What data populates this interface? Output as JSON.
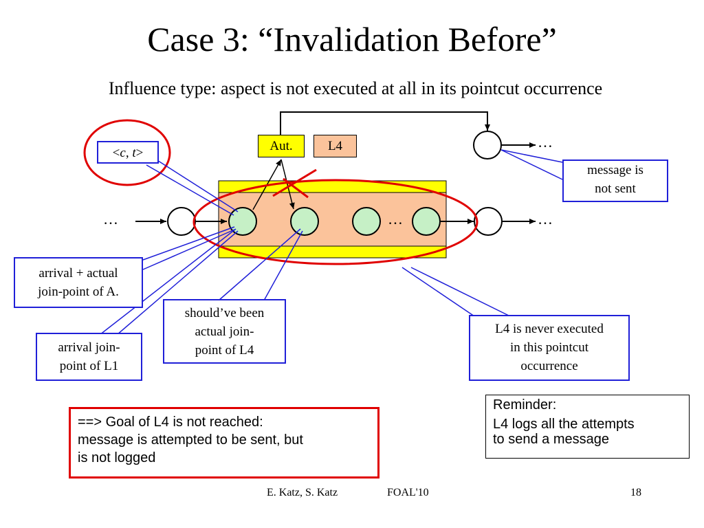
{
  "slide": {
    "title": "Case 3: “Invalidation Before”",
    "subtitle": "Influence type: aspect is not executed at all in its pointcut occurrence"
  },
  "diagram": {
    "ct_label_open": "<",
    "ct_label_c": "c",
    "ct_label_sep": ", ",
    "ct_label_t": "t",
    "ct_label_close": ">",
    "aut_label": "Aut.",
    "l4_label": "L4",
    "ellipsis": "…"
  },
  "callouts": {
    "message_not_sent": [
      "message is",
      "not sent"
    ],
    "arrival_actual": [
      "arrival + actual",
      "join-point of A."
    ],
    "arrival_l1": [
      "arrival join-",
      "point of L1"
    ],
    "shouldve": [
      "should’ve been",
      "actual join-",
      "point of L4"
    ],
    "l4_never": [
      "L4 is never executed",
      "in this pointcut",
      "occurrence"
    ]
  },
  "goal_box": {
    "lines": [
      "==> Goal of L4 is not reached:",
      "message is attempted to be sent, but",
      "is not logged"
    ]
  },
  "reminder": {
    "heading": "Reminder:",
    "body": [
      "L4 logs all the  attempts",
      "to send a message"
    ]
  },
  "footer": {
    "authors": "E. Katz, S. Katz",
    "venue": "FOAL'10",
    "page": "18"
  },
  "colors": {
    "callout_border": "#1f1fd8",
    "highlight_red": "#e00000",
    "band_yellow": "#ffff00",
    "band_orange": "#fbc39b",
    "node_green": "#c6f0c6"
  }
}
